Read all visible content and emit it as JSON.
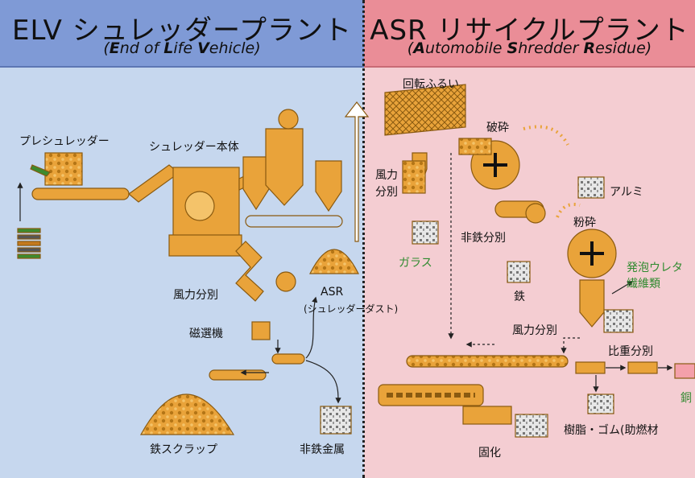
{
  "left": {
    "title": "ELV シュレッダープラント",
    "subtitle_prefix": "(",
    "subtitle_words": [
      {
        "cap": "E",
        "rest": "nd of "
      },
      {
        "cap": "L",
        "rest": "ife "
      },
      {
        "cap": "V",
        "rest": "ehicle"
      }
    ],
    "subtitle_suffix": ")"
  },
  "right": {
    "title": "ASR リサイクルプラント",
    "subtitle_prefix": "(",
    "subtitle_words": [
      {
        "cap": "A",
        "rest": "utomobile "
      },
      {
        "cap": "S",
        "rest": "hredder "
      },
      {
        "cap": "R",
        "rest": "esidue"
      }
    ],
    "subtitle_suffix": ")"
  },
  "labels": {
    "preshredder": "プレシュレッダー",
    "shredder_body": "シュレッダー本体",
    "air_sep_left": "風力分別",
    "magnetic_sep": "磁選機",
    "asr": "ASR",
    "asr_note": "(シュレッダーダスト)",
    "iron_scrap": "鉄スクラップ",
    "nonferrous_metal": "非鉄金属",
    "rotary_sieve": "回転ふるい",
    "crusher": "破砕",
    "air_sep_right_1": "風力",
    "air_sep_right_2": "分別",
    "glass": "ガラス",
    "aluminum": "アルミ",
    "nonferrous_sep": "非鉄分別",
    "pulverizer": "粉砕",
    "iron": "鉄",
    "urethane_1": "発泡ウレタ",
    "urethane_2": "繊維類",
    "air_sep_right_3": "風力分別",
    "gravity_sep": "比重分別",
    "copper": "銅",
    "resin_rubber": "樹脂・ゴム(助燃材",
    "solidification": "固化"
  },
  "colors": {
    "left_bg": "#c6d7ee",
    "left_header": "#7f9ad6",
    "right_bg": "#f4cdd2",
    "right_header": "#ea8d97",
    "machine": "#e9a33a",
    "machine_outline": "#8a5a10",
    "label_green": "#2f8a2f"
  }
}
